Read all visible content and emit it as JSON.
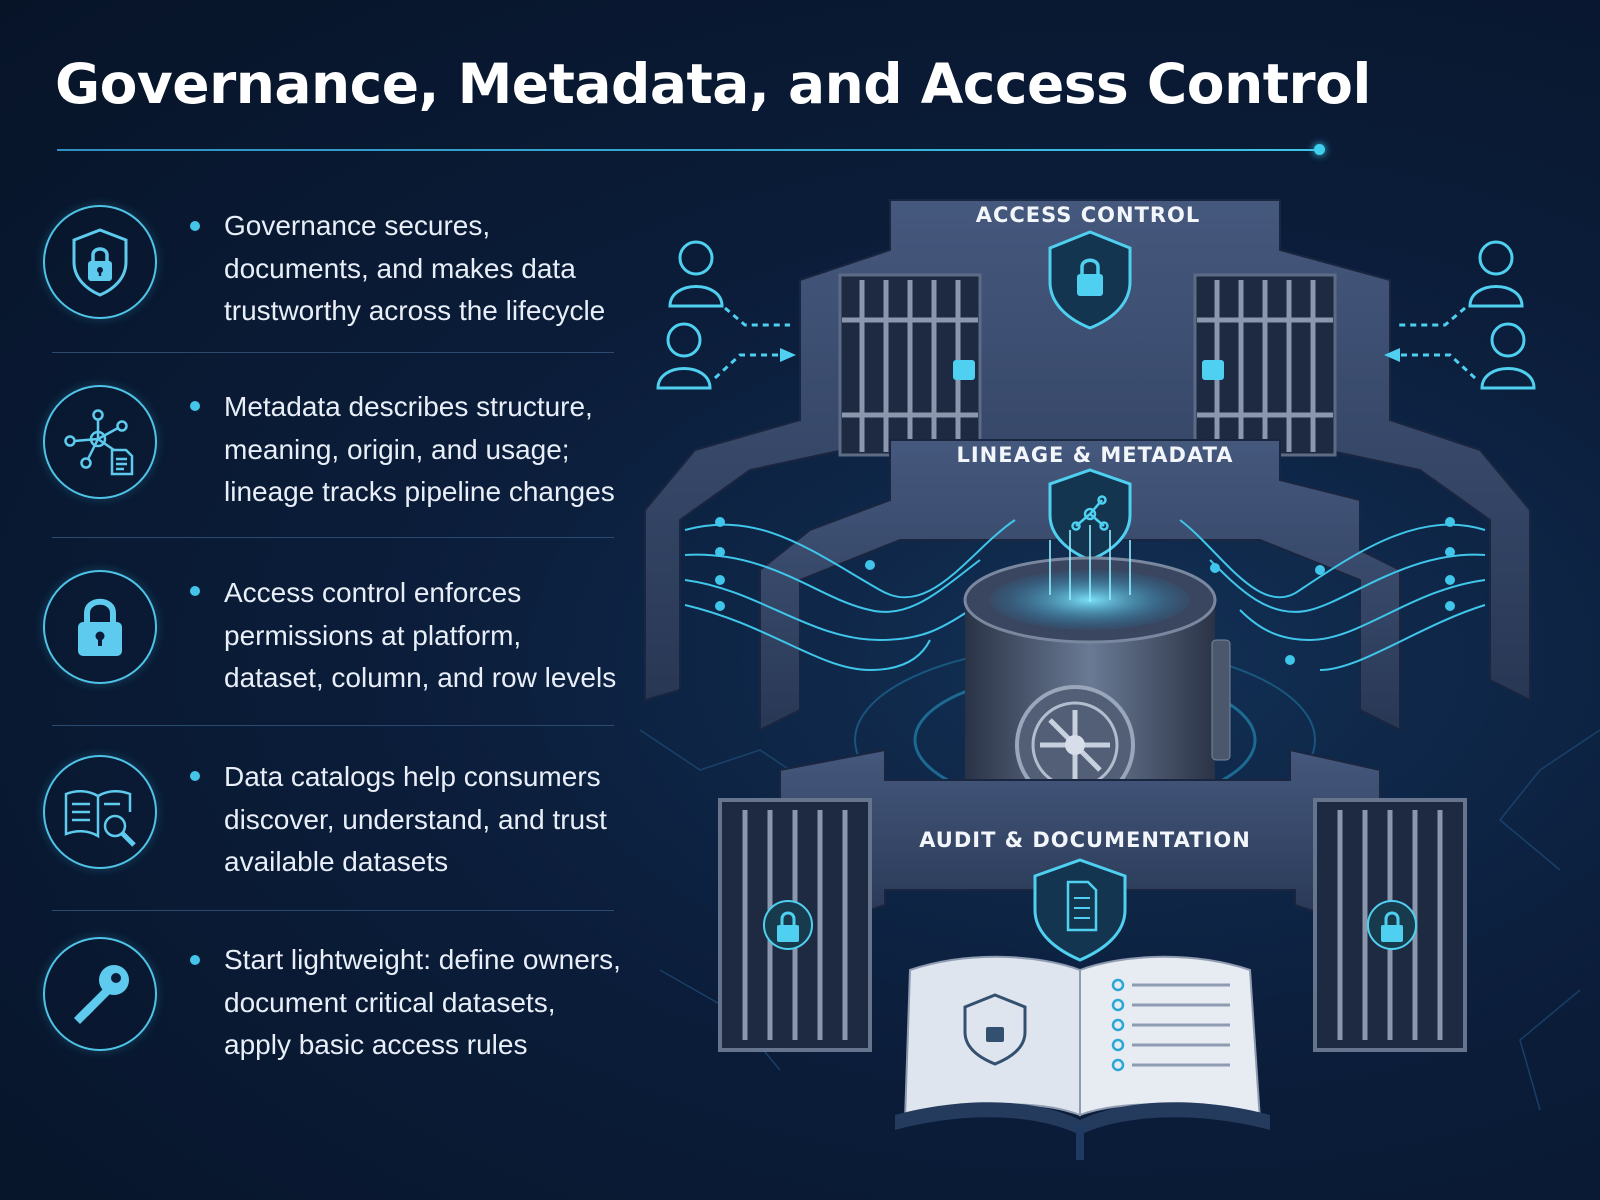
{
  "title": "Governance, Metadata, and Access Control",
  "bullets": [
    {
      "icon": "shield-lock-icon",
      "text": "Governance secures, documents, and makes data trustworthy across the lifecycle"
    },
    {
      "icon": "network-document-icon",
      "text": "Metadata describes structure, meaning, origin, and usage; lineage tracks pipeline changes"
    },
    {
      "icon": "padlock-icon",
      "text": "Access control enforces permissions at platform, dataset, column, and row levels"
    },
    {
      "icon": "book-search-icon",
      "text": "Data catalogs help consumers discover, understand, and trust available datasets"
    },
    {
      "icon": "key-icon",
      "text": "Start lightweight: define owners, document critical datasets, apply basic access rules"
    }
  ],
  "diagram": {
    "outer_label": "ACCESS CONTROL",
    "middle_label": "LINEAGE & METADATA",
    "inner_label": "AUDIT & DOCUMENTATION"
  },
  "colors": {
    "background": "#0b1d3a",
    "accent": "#45c4ea",
    "wall": "#3a4a6b",
    "text": "#e9eff8"
  }
}
